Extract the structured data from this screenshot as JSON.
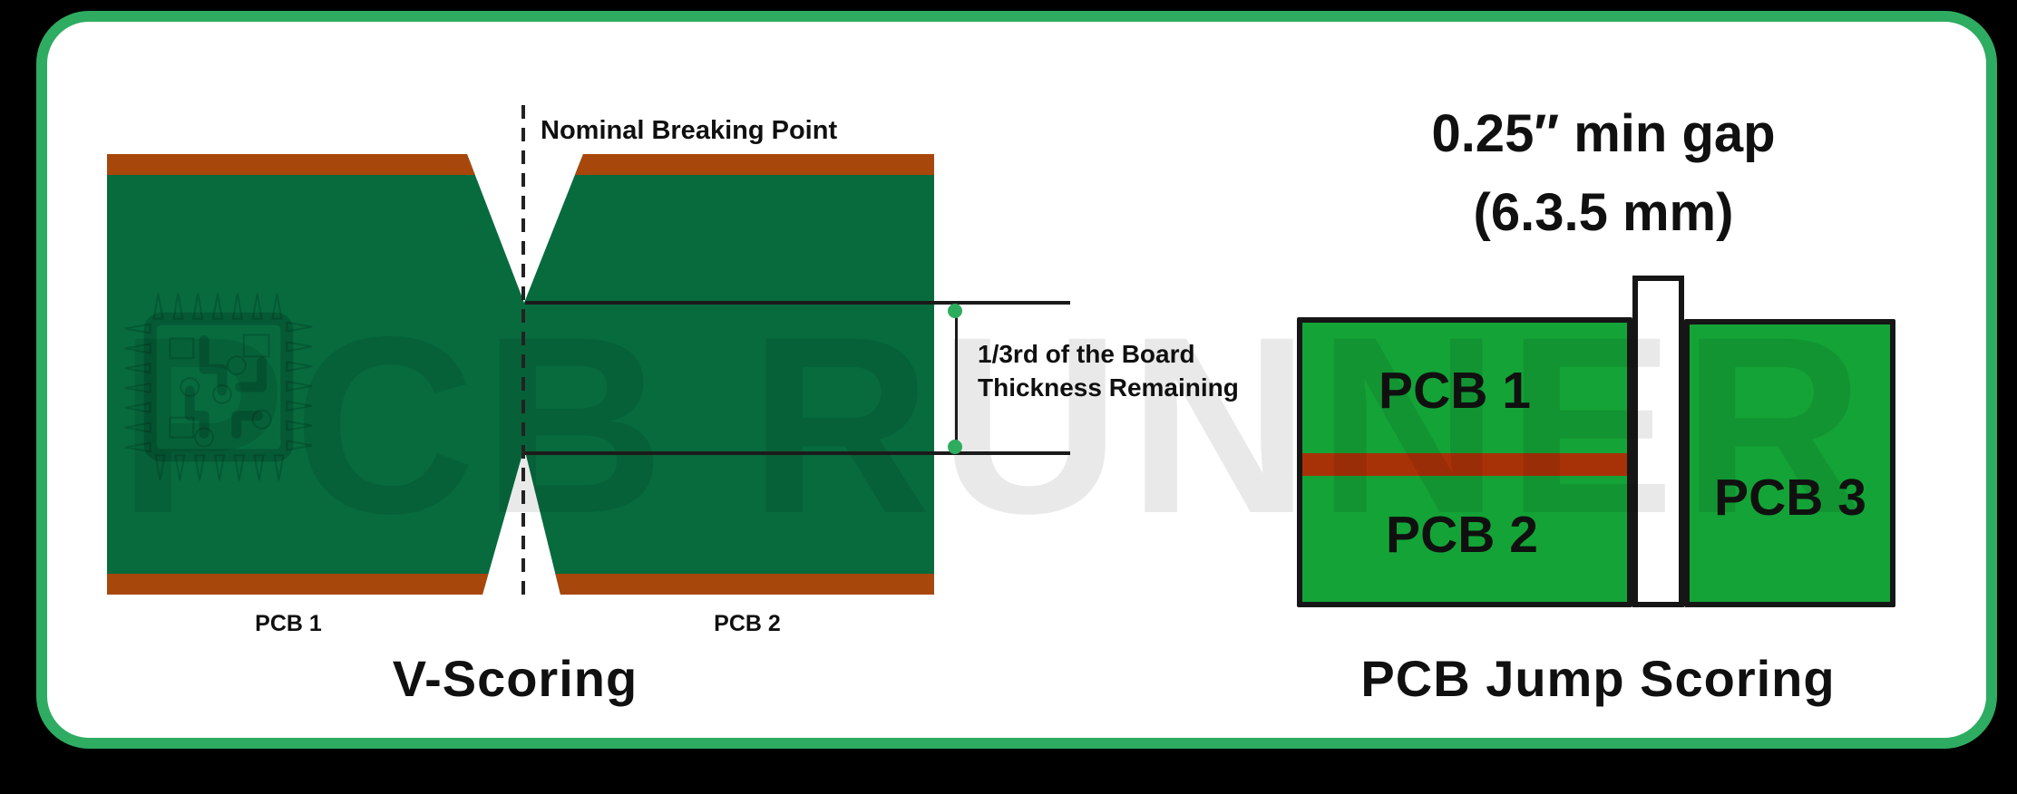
{
  "colors": {
    "border_green": "#2EAC61",
    "board_green": "#076B3E",
    "copper": "#A8470B",
    "jump_green": "#14A337",
    "jump_stripe": "#A83208",
    "dot_green": "#2EAC5E"
  },
  "watermark": {
    "text": "PCB RUNNER"
  },
  "v_scoring": {
    "title": "V-Scoring",
    "breaking_point_label": "Nominal Breaking Point",
    "thickness_note_line1": "1/3rd of the Board",
    "thickness_note_line2": "Thickness Remaining",
    "board1_label": "PCB 1",
    "board2_label": "PCB 2"
  },
  "jump_scoring": {
    "title": "PCB Jump Scoring",
    "gap_line1": "0.25″ min gap",
    "gap_line2": "(6.3.5 mm)",
    "board1_label": "PCB 1",
    "board2_label": "PCB 2",
    "board3_label": "PCB 3"
  }
}
